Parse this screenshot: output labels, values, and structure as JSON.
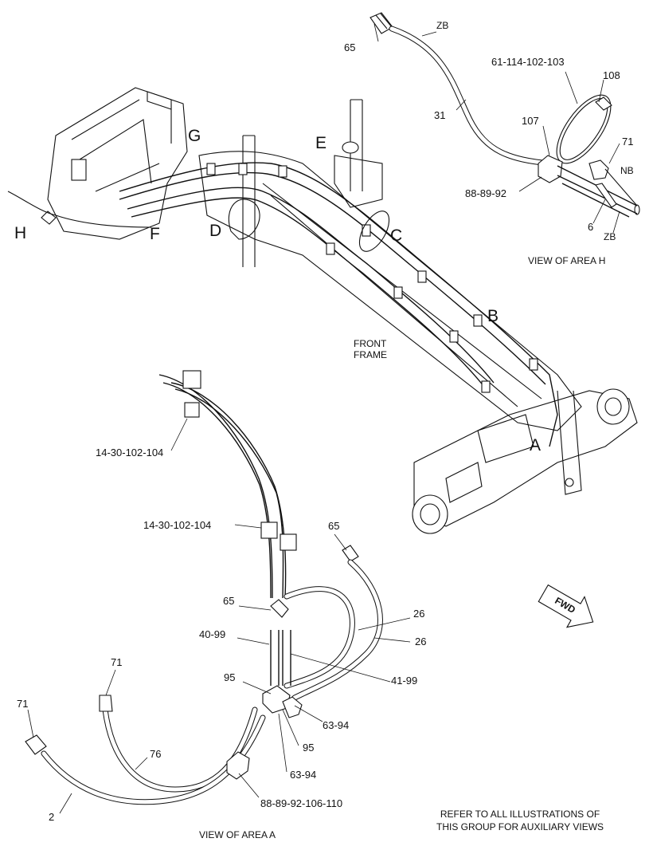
{
  "area_letters": {
    "g": "G",
    "e": "E",
    "h": "H",
    "f": "F",
    "d": "D",
    "c": "C",
    "b": "B",
    "a": "A"
  },
  "view_h": {
    "title": "VIEW OF AREA H",
    "labels": {
      "p65": "65",
      "zb_top": "ZB",
      "p61": "61-114-102-103",
      "p108": "108",
      "p31": "31",
      "p107": "107",
      "p71": "71",
      "nb": "NB",
      "p88": "88-89-92",
      "p6": "6",
      "zb_bottom": "ZB"
    }
  },
  "frame_label": "FRONT\nFRAME",
  "view_a": {
    "title": "VIEW OF AREA  A",
    "labels": {
      "p14a": "14-30-102-104",
      "p14b": "14-30-102-104",
      "p65a": "65",
      "p65b": "65",
      "p26a": "26",
      "p26b": "26",
      "p40": "40-99",
      "p41": "41-99",
      "p95a": "95",
      "p95b": "95",
      "p63a": "63-94",
      "p63b": "63-94",
      "p71a": "71",
      "p71b": "71",
      "p76": "76",
      "p2": "2",
      "p88": "88-89-92-106-110"
    }
  },
  "fwd_label": "FWD",
  "footer_note": "REFER TO ALL ILLUSTRATIONS OF\nTHIS GROUP FOR AUXILIARY VIEWS"
}
